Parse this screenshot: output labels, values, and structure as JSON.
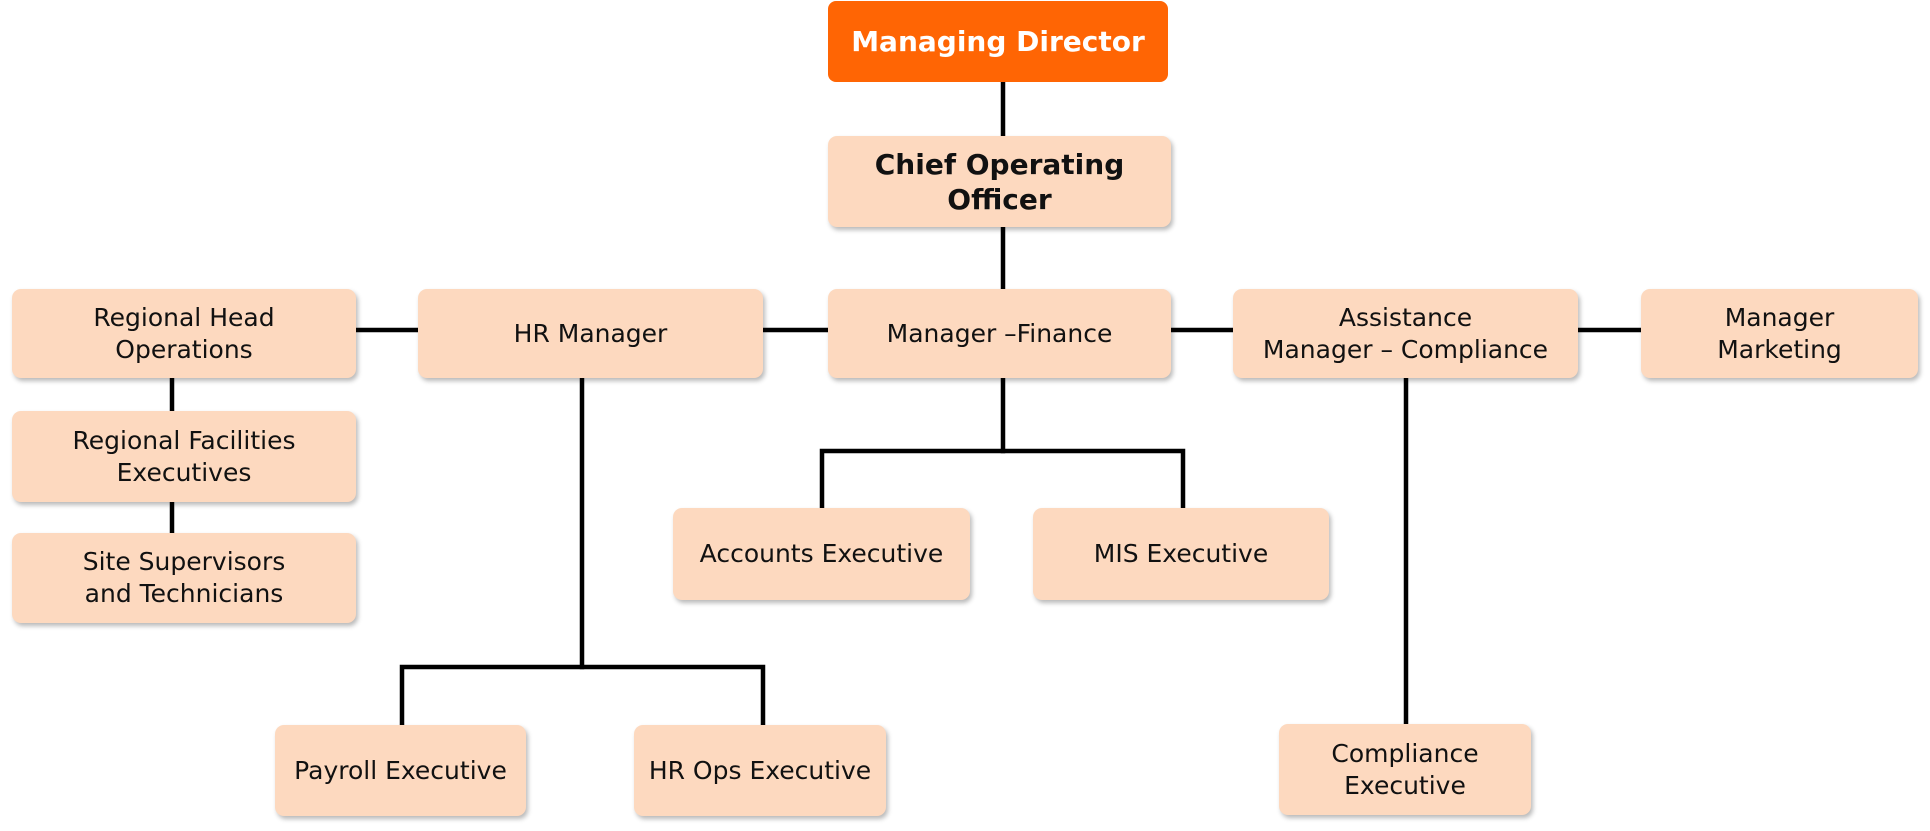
{
  "colors": {
    "top_fill": "#ff6504",
    "top_text": "#ffffff",
    "node_fill": "#fdd9bf",
    "node_text": "#111111",
    "connector": "#000000"
  },
  "nodes": {
    "managing_director": "Managing Director",
    "chief_operating_officer": "Chief Operating\nOfficer",
    "regional_head_operations": "Regional Head\nOperations",
    "hr_manager": "HR Manager",
    "manager_finance": "Manager –Finance",
    "assistance_manager_compliance": "Assistance\nManager – Compliance",
    "manager_marketing": "Manager\nMarketing",
    "regional_facilities_executives": "Regional Facilities\nExecutives",
    "site_supervisors_technicians": "Site Supervisors\nand Technicians",
    "accounts_executive": "Accounts Executive",
    "mis_executive": "MIS Executive",
    "payroll_executive": "Payroll Executive",
    "hr_ops_executive": "HR Ops Executive",
    "compliance_executive": "Compliance\nExecutive"
  }
}
